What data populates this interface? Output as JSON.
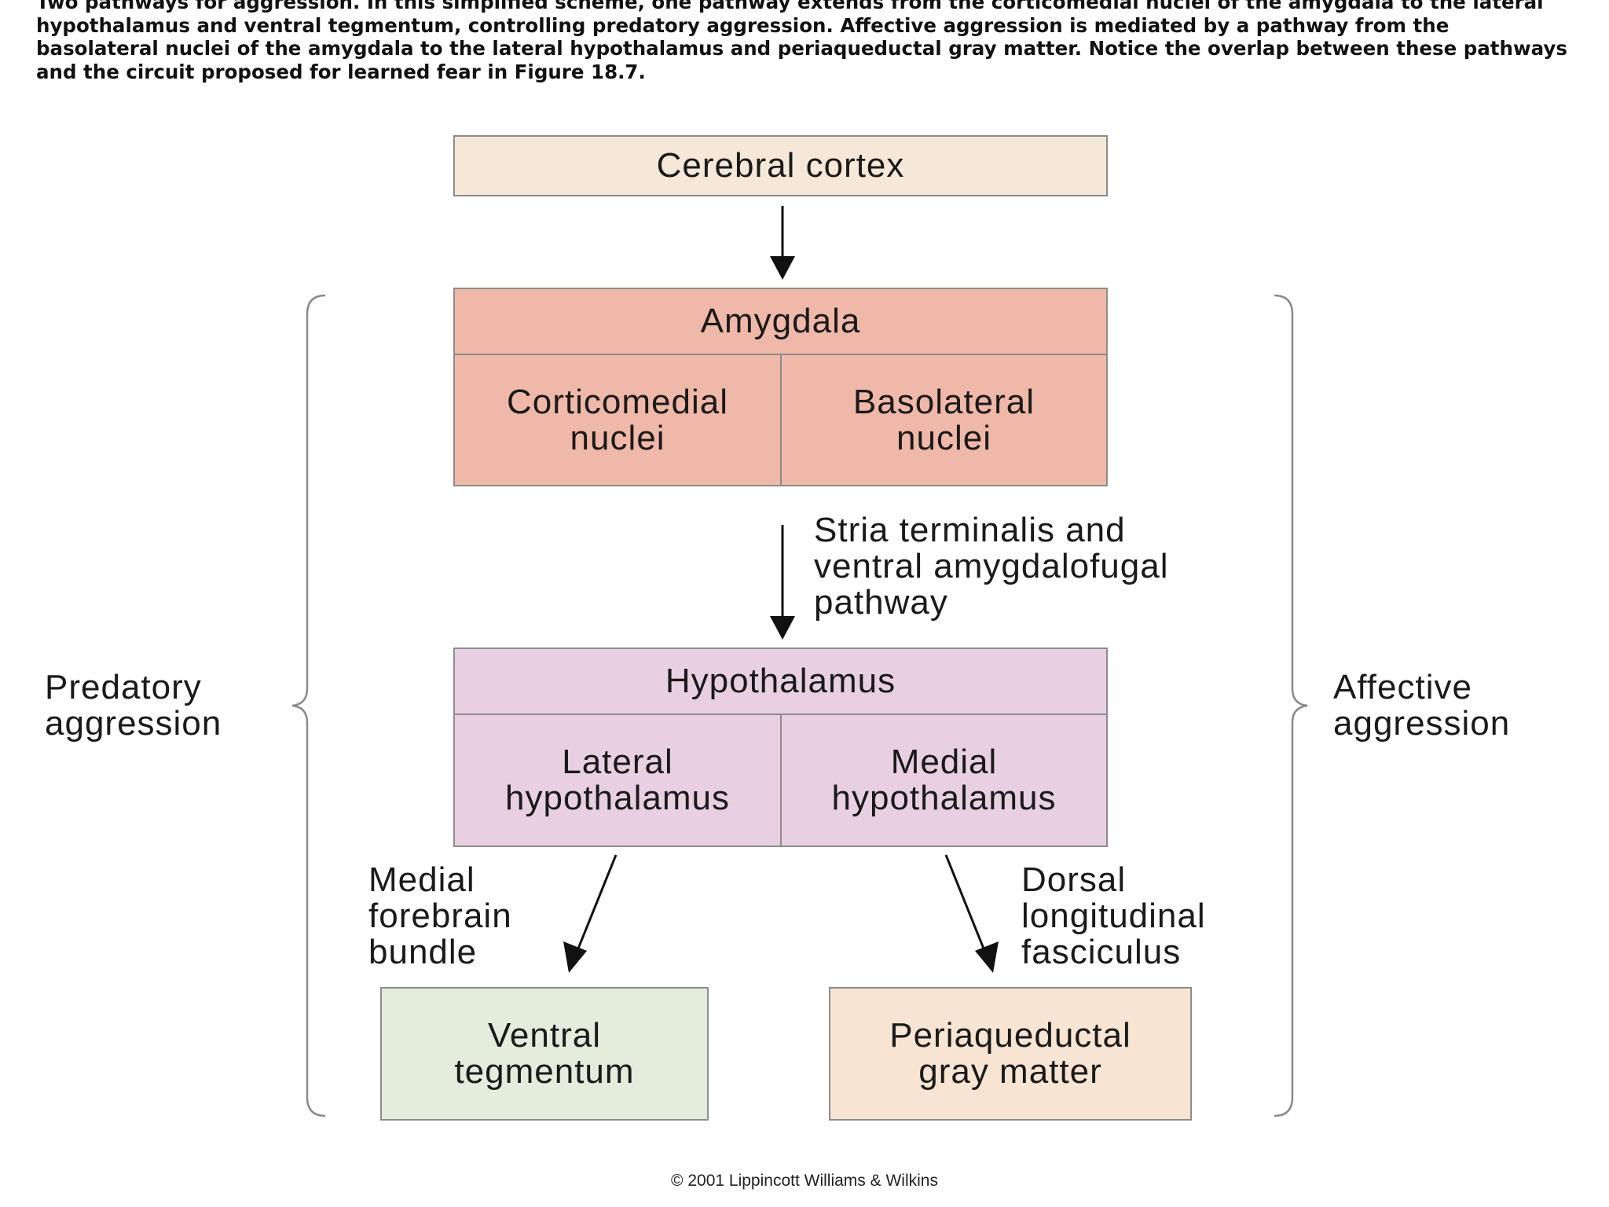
{
  "caption": "Two pathways for aggression. In this simplified scheme, one pathway extends from the corticomedial nuclei of the amygdala to the lateral hypothalamus and ventral tegmentum, controlling predatory aggression. Affective aggression is mediated by a pathway from the basolateral nuclei of the amygdala to the lateral hypothalamus and periaqueductal gray matter. Notice the overlap between these pathways and the circuit proposed for learned fear in Figure 18.7.",
  "nodes": {
    "cerebral_cortex": "Cerebral cortex",
    "amygdala": {
      "title": "Amygdala",
      "left": [
        "Corticomedial",
        "nuclei"
      ],
      "right": [
        "Basolateral",
        "nuclei"
      ]
    },
    "hypothalamus": {
      "title": "Hypothalamus",
      "left": [
        "Lateral",
        "hypothalamus"
      ],
      "right": [
        "Medial",
        "hypothalamus"
      ]
    },
    "ventral_tegmentum": [
      "Ventral",
      "tegmentum"
    ],
    "periaqueductal": [
      "Periaqueductal",
      "gray matter"
    ]
  },
  "pathways": {
    "stria": [
      "Stria terminalis and",
      "ventral amygdalofugal",
      "pathway"
    ],
    "mfb": [
      "Medial",
      "forebrain",
      "bundle"
    ],
    "dlf": [
      "Dorsal",
      "longitudinal",
      "fasciculus"
    ]
  },
  "brackets": {
    "left": [
      "Predatory",
      "aggression"
    ],
    "right": [
      "Affective",
      "aggression"
    ]
  },
  "copyright": "© 2001 Lippincott Williams & Wilkins",
  "colors": {
    "cortex_fill": "#f6e8d8",
    "amygdala_fill": "#f0b8a8",
    "hypothalamus_fill": "#e8d0e2",
    "ventral_fill": "#e4ecdc",
    "periaqueductal_fill": "#f7e4d2"
  }
}
